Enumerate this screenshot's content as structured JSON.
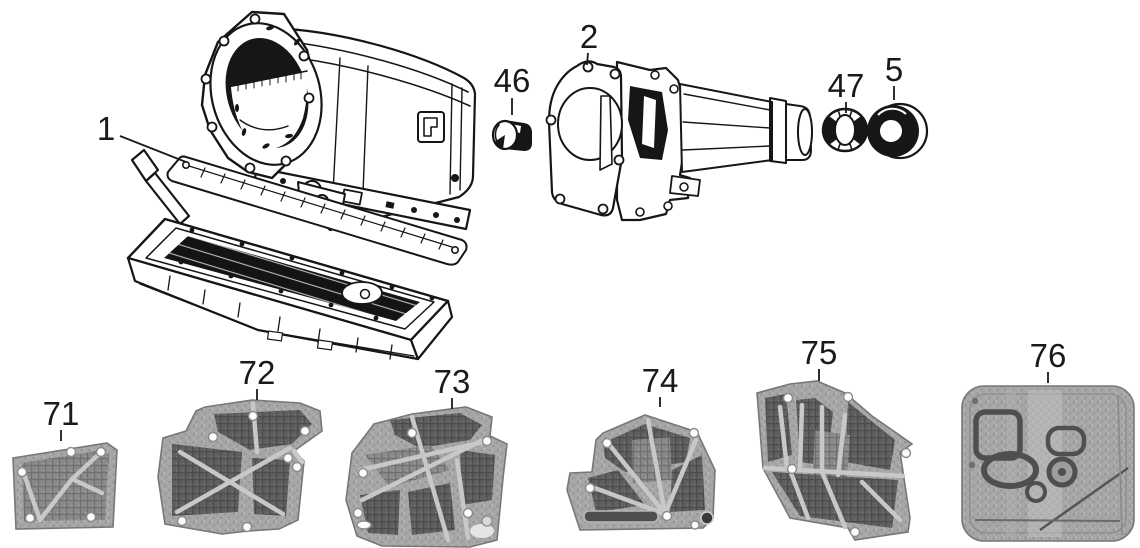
{
  "figure": {
    "background": "#ffffff",
    "ink": "#161616",
    "label_color": "#1a1a1a",
    "screen_body_gray": "#a6a6a6",
    "screen_recess_gray": "#5e5e5e",
    "screen_rib_gray": "#c8c8c8"
  },
  "callouts": {
    "c1": "1",
    "c2": "2",
    "c46": "46",
    "c47": "47",
    "c5": "5",
    "c71": "71",
    "c72": "72",
    "c73": "73",
    "c74": "74",
    "c75": "75",
    "c76": "76"
  }
}
